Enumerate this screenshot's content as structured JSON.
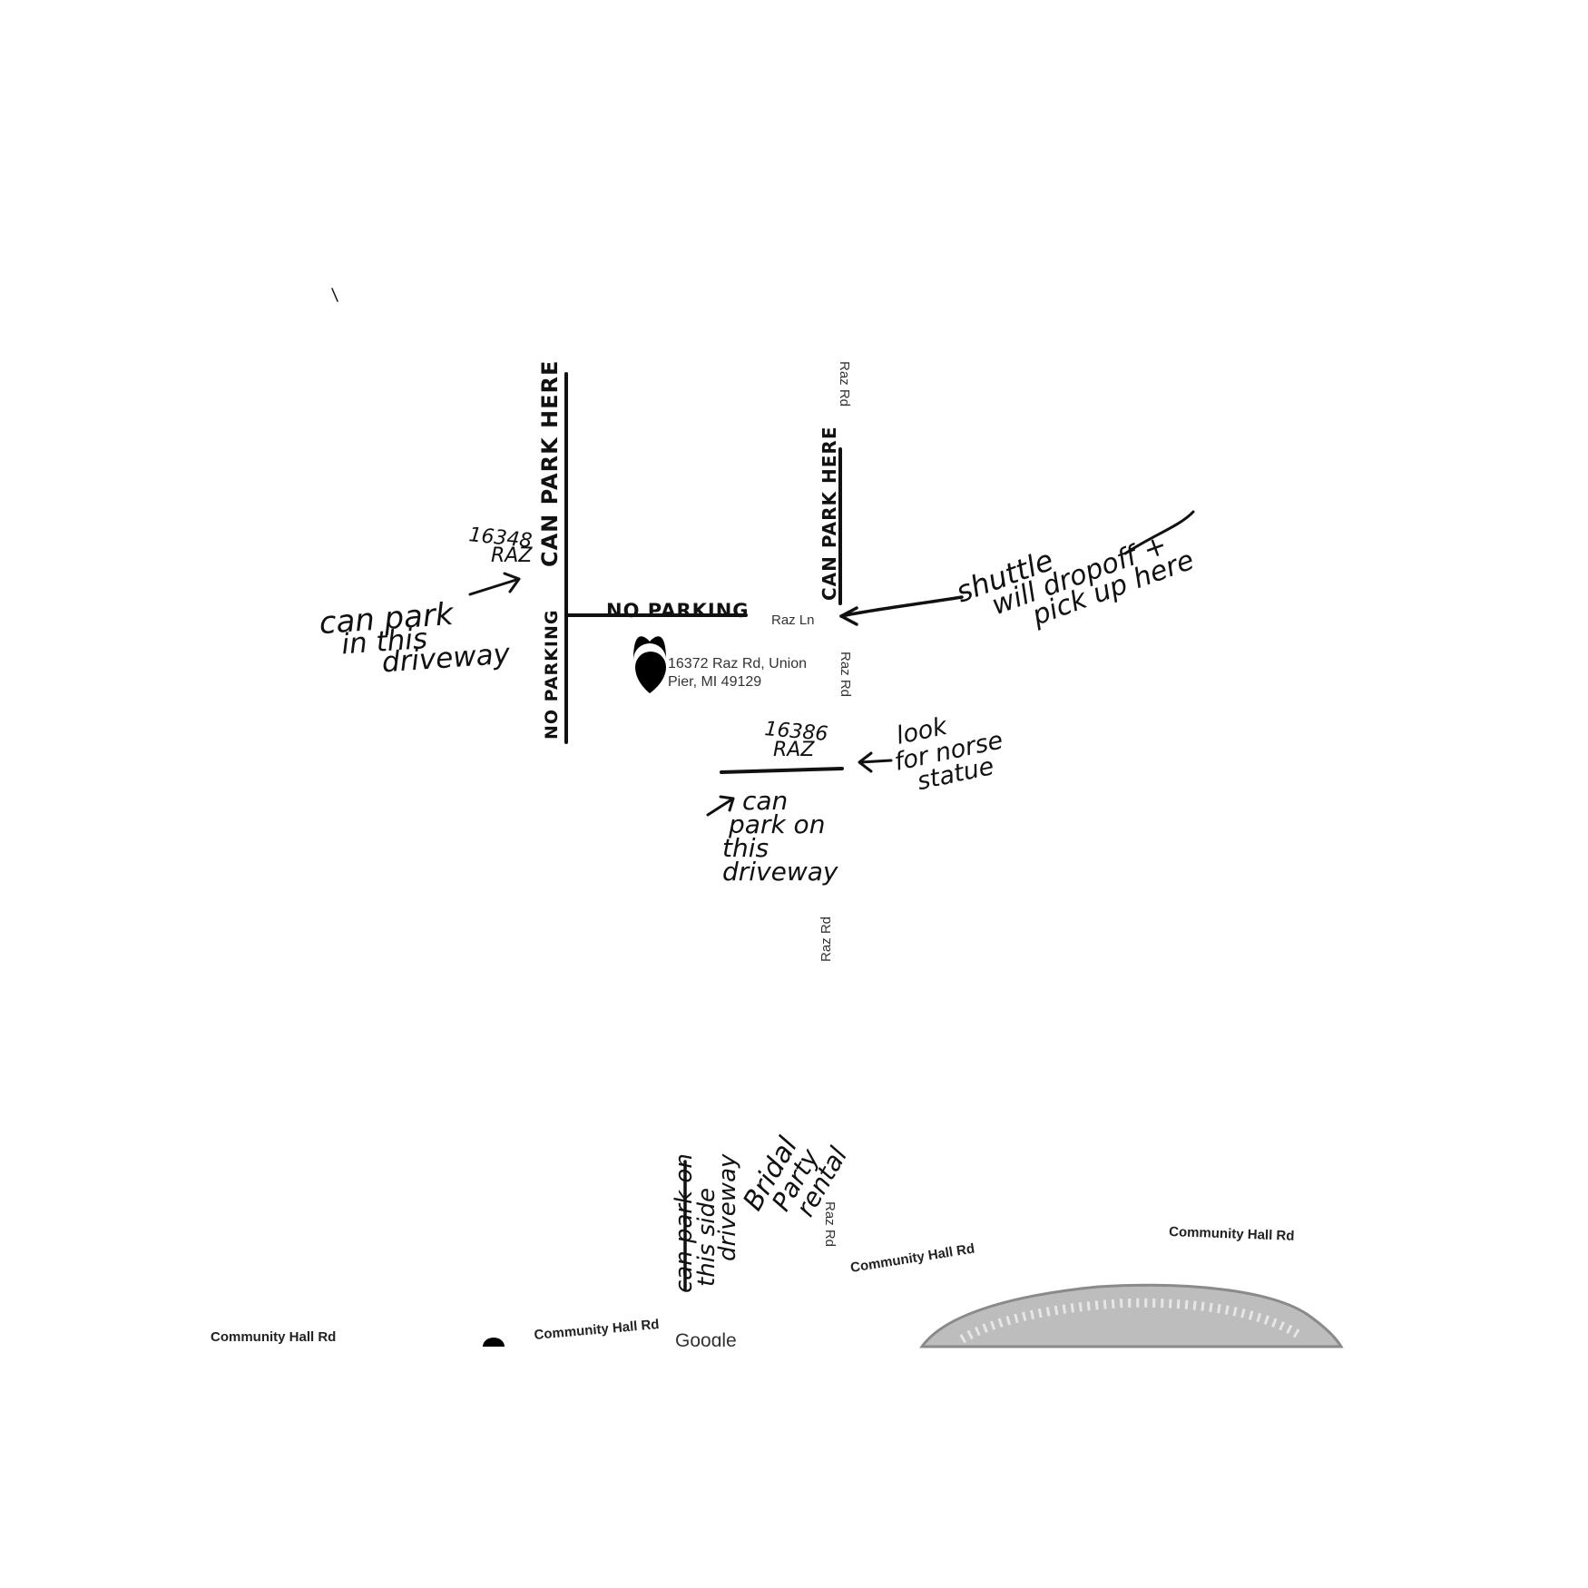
{
  "map": {
    "roads": {
      "raz_rd": "Raz Rd",
      "raz_ln": "Raz Ln",
      "community_hall_rd": "Community Hall Rd"
    },
    "pin": {
      "address_line1": "16372 Raz Rd, Union",
      "address_line2": "Pier, MI 49129",
      "icon": "map-pin-icon"
    },
    "attribution": "Google",
    "annotations": {
      "can_park_here": "CAN PARK HERE",
      "no_parking": "NO PARKING",
      "house_16348_num": "16348",
      "house_16348_street": "RAZ",
      "driveway1_line1": "can park",
      "driveway1_line2": "in this",
      "driveway1_line3": "driveway",
      "shuttle_line1": "shuttle",
      "shuttle_line2": "will dropoff +",
      "shuttle_line3": "pick up here",
      "house_16386_num": "16386",
      "house_16386_street": "RAZ",
      "statue_line1": "look",
      "statue_line2": "for norse",
      "statue_line3": "statue",
      "driveway2_line1": "can",
      "driveway2_line2": "park on",
      "driveway2_line3": "this",
      "driveway2_line4": "driveway",
      "side_line1": "can park on",
      "side_line2": "this side",
      "side_line3": "driveway",
      "bridal_line1": "Bridal",
      "bridal_line2": "Party",
      "bridal_line3": "rental"
    },
    "colors": {
      "ink": "#111111",
      "lake_gray": "#9a9a9a"
    }
  }
}
